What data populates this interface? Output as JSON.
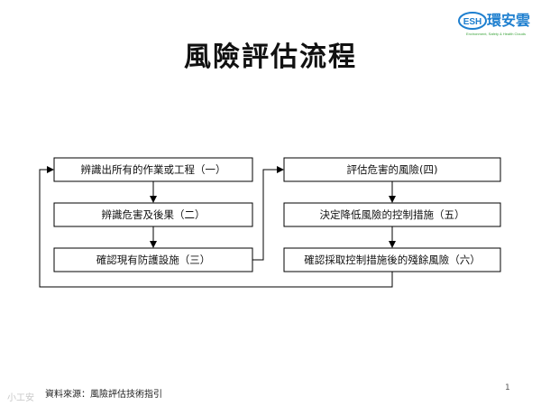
{
  "logo": {
    "badge": "ESH",
    "name": "環安雲",
    "tagline": "Environment, Safety & Health Clouds",
    "colors": {
      "primary": "#1e7fcf",
      "green": "#3aa33a"
    }
  },
  "title": "風險評估流程",
  "left_column": [
    "辨識出所有的作業或工程（一）",
    "辨識危害及後果（二）",
    "確認現有防護設施（三）"
  ],
  "right_column": [
    "評估危害的風險(四)",
    "決定降低風險的控制措施（五）",
    "確認採取控制措施後的殘餘風險（六）"
  ],
  "source": "資料來源：風險評估技術指引",
  "page_number": "1",
  "watermark": "小工安"
}
